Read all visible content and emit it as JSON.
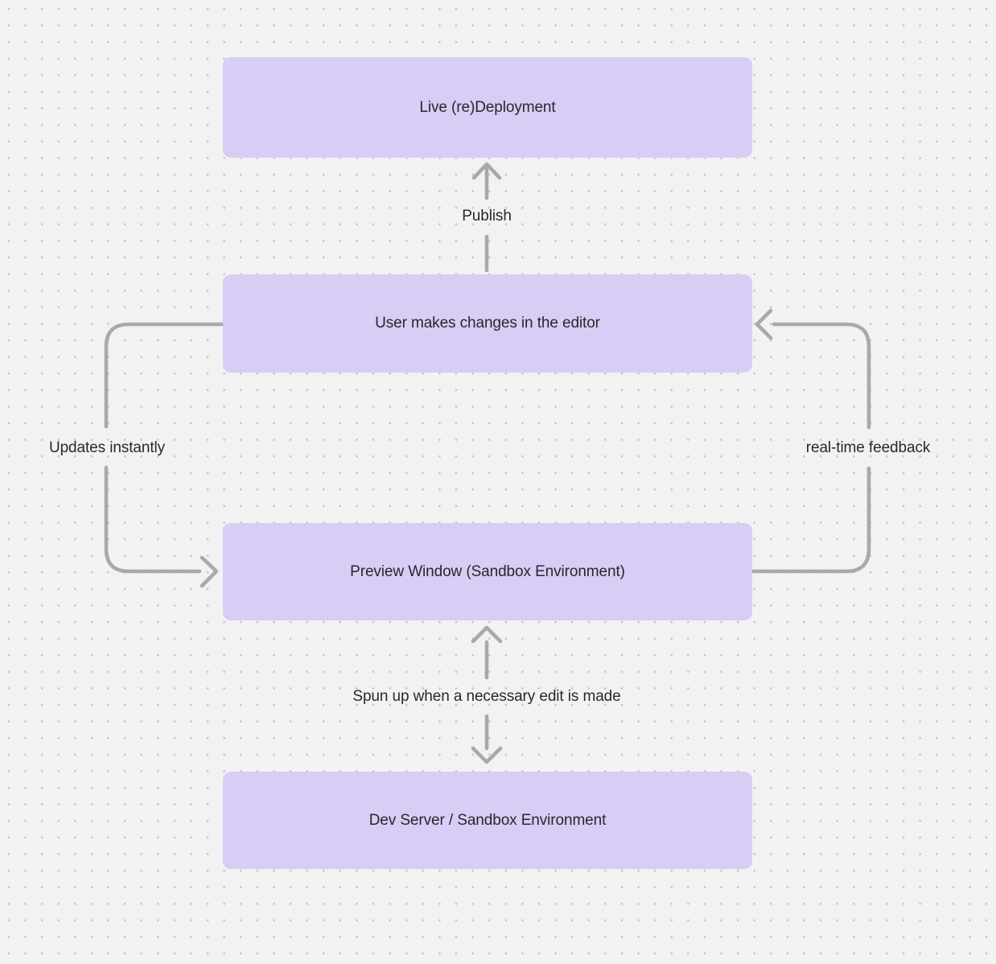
{
  "diagram": {
    "colors": {
      "background": "#f3f2f2",
      "dot": "#c5c4c6",
      "node_fill": "#d7cdf5",
      "node_text": "#28272d",
      "connector": "#a9a9a9"
    },
    "nodes": [
      {
        "id": "live-redeployment",
        "label": "Live (re)Deployment"
      },
      {
        "id": "user-editor",
        "label": "User makes changes in the editor"
      },
      {
        "id": "preview-window",
        "label": "Preview Window (Sandbox Environment)"
      },
      {
        "id": "dev-server",
        "label": "Dev Server / Sandbox Environment"
      }
    ],
    "edges": [
      {
        "id": "publish",
        "label": "Publish",
        "from": "user-editor",
        "to": "live-redeployment",
        "bidirectional": false
      },
      {
        "id": "updates-instantly",
        "label": "Updates instantly",
        "from": "user-editor",
        "to": "preview-window",
        "bidirectional": false
      },
      {
        "id": "real-time-feedback",
        "label": "real-time feedback",
        "from": "preview-window",
        "to": "user-editor",
        "bidirectional": false
      },
      {
        "id": "spun-up",
        "label": "Spun up when a necessary edit is made",
        "from": "preview-window",
        "to": "dev-server",
        "bidirectional": true
      }
    ]
  }
}
